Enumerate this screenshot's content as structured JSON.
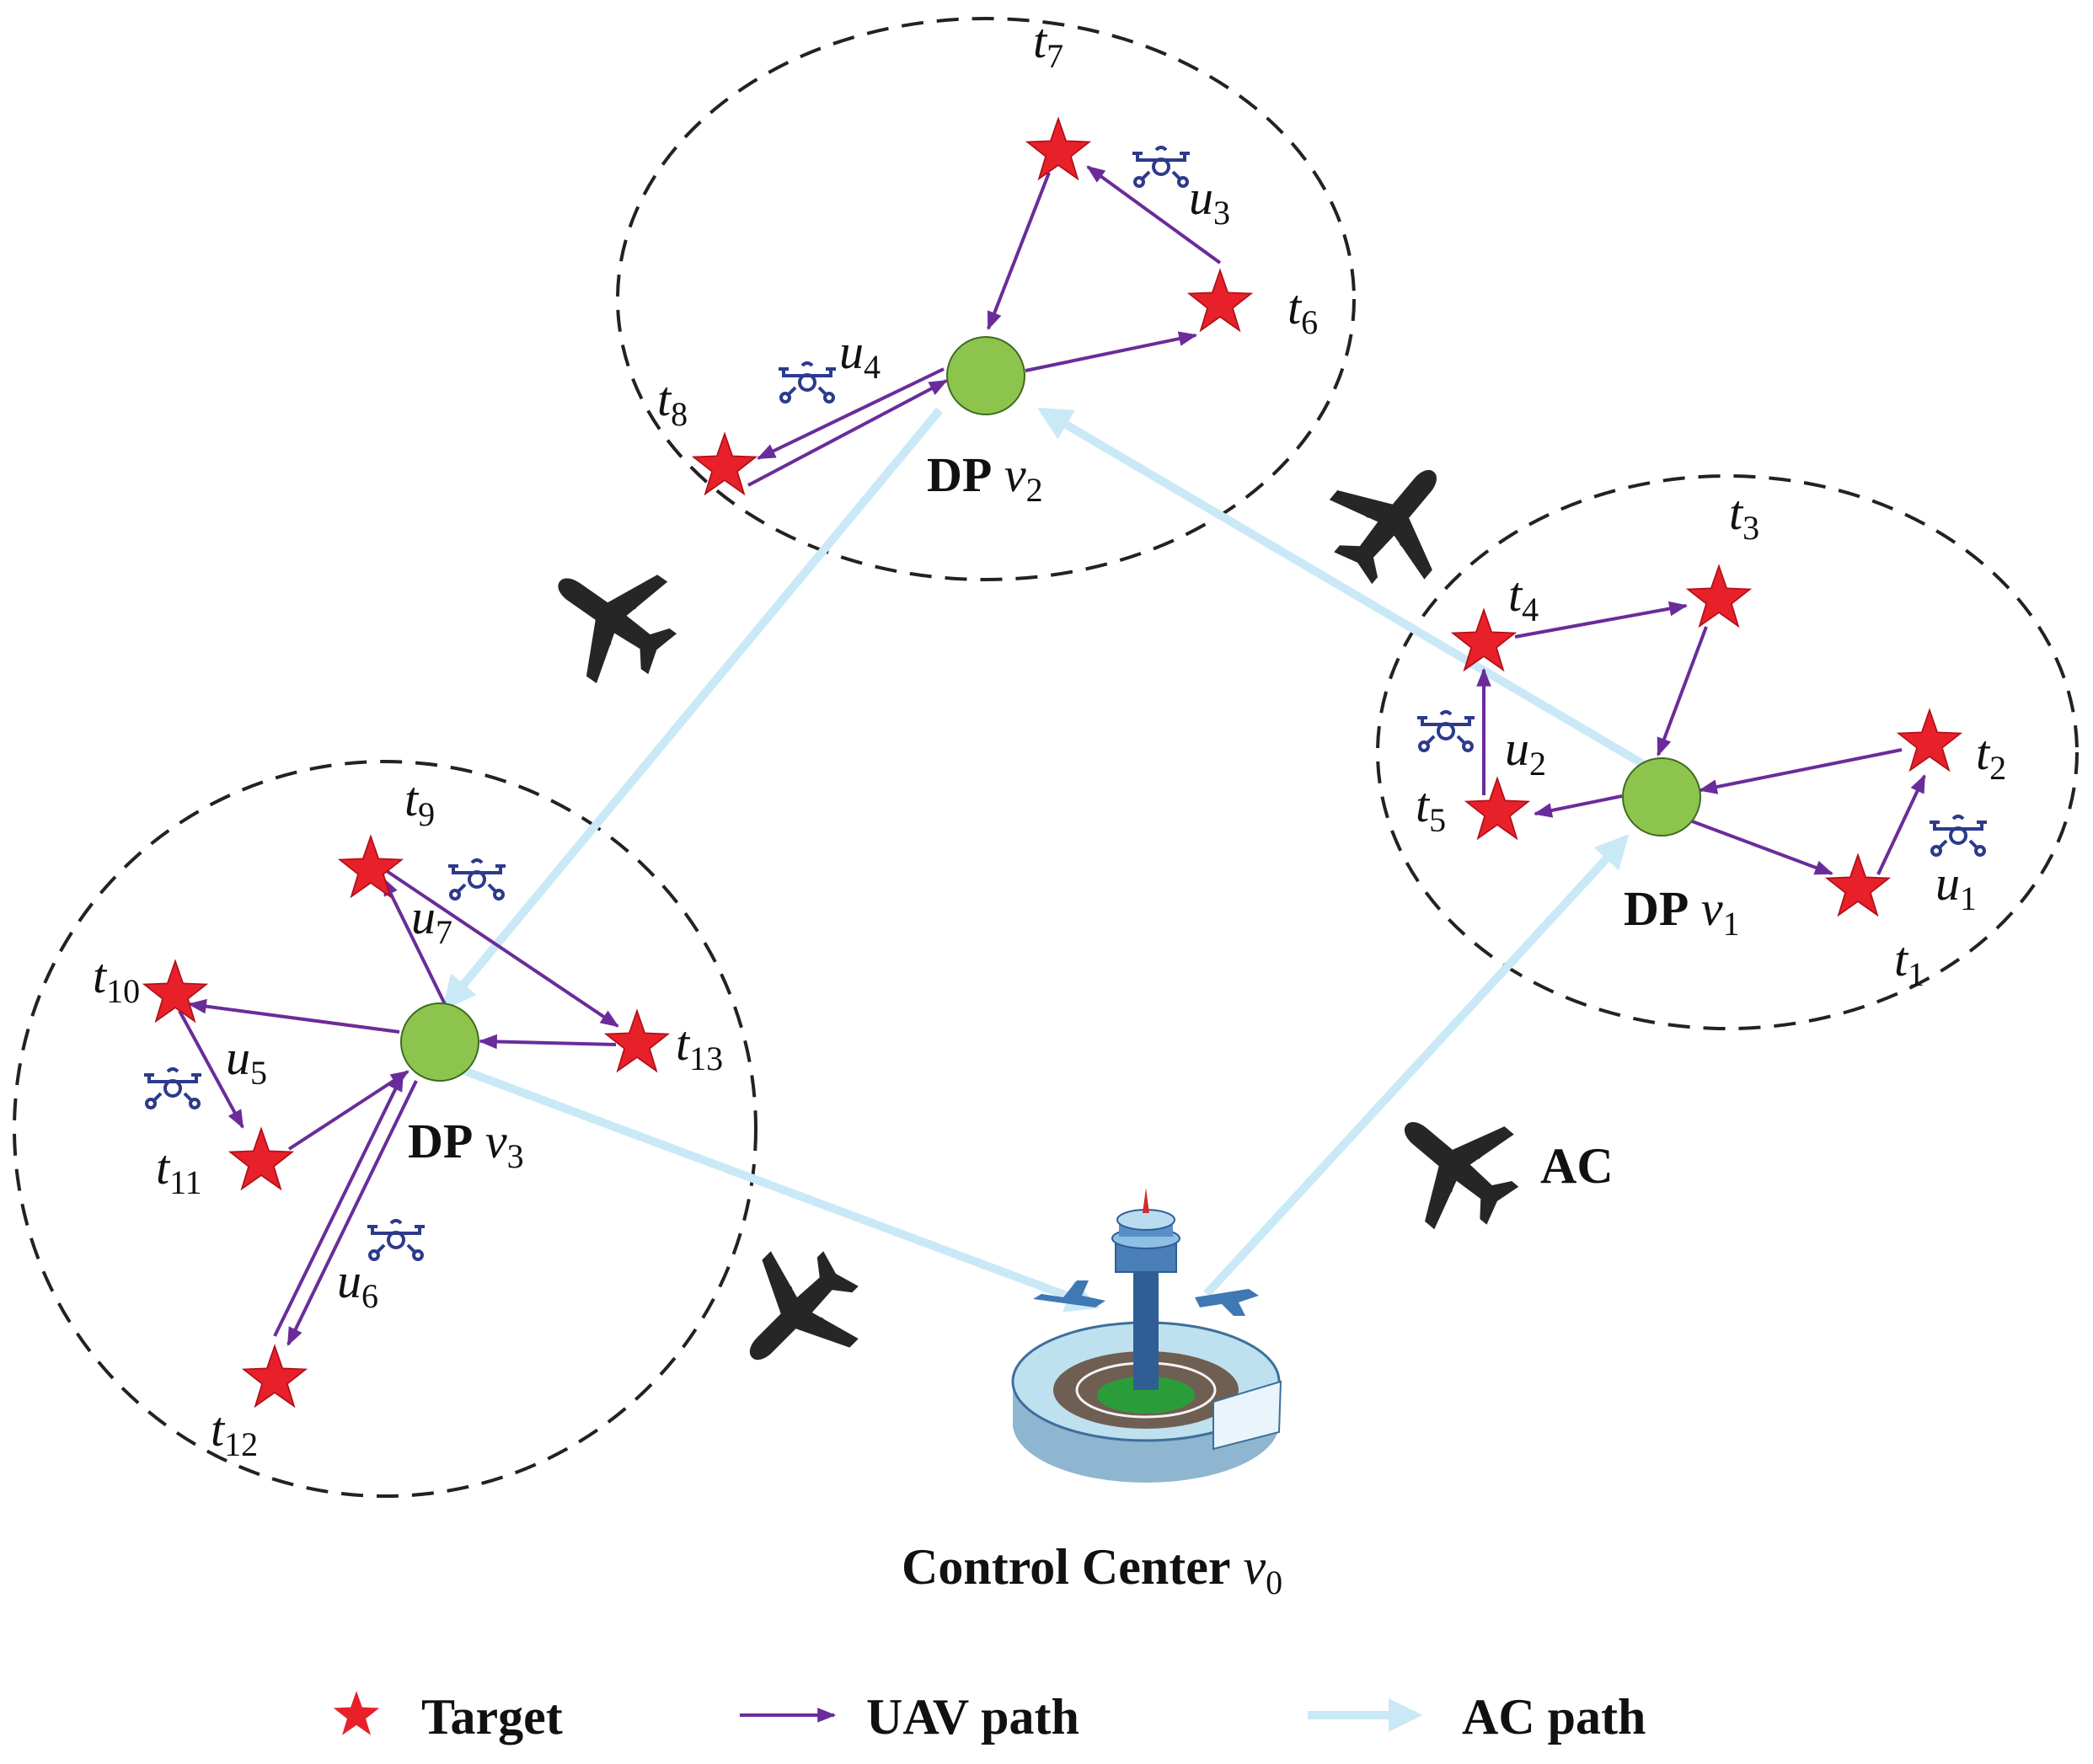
{
  "labels": {
    "dp_prefix": "DP",
    "dp1_var": "v",
    "dp1_sub": "1",
    "dp2_var": "v",
    "dp2_sub": "2",
    "dp3_var": "v",
    "dp3_sub": "3",
    "cc_text": "Control Center",
    "cc_var": "v",
    "cc_sub": "0",
    "ac": "AC",
    "t1_base": "t",
    "t1_sub": "1",
    "t2_base": "t",
    "t2_sub": "2",
    "t3_base": "t",
    "t3_sub": "3",
    "t4_base": "t",
    "t4_sub": "4",
    "t5_base": "t",
    "t5_sub": "5",
    "t6_base": "t",
    "t6_sub": "6",
    "t7_base": "t",
    "t7_sub": "7",
    "t8_base": "t",
    "t8_sub": "8",
    "t9_base": "t",
    "t9_sub": "9",
    "t10_base": "t",
    "t10_sub": "10",
    "t11_base": "t",
    "t11_sub": "11",
    "t12_base": "t",
    "t12_sub": "12",
    "t13_base": "t",
    "t13_sub": "13",
    "u1_base": "u",
    "u1_sub": "1",
    "u2_base": "u",
    "u2_sub": "2",
    "u3_base": "u",
    "u3_sub": "3",
    "u4_base": "u",
    "u4_sub": "4",
    "u5_base": "u",
    "u5_sub": "5",
    "u6_base": "u",
    "u6_sub": "6",
    "u7_base": "u",
    "u7_sub": "7"
  },
  "legend": {
    "target": "Target",
    "uav_path": "UAV path",
    "ac_path": "AC path"
  },
  "colors": {
    "target_star": "#e8202a",
    "uav_path": "#6a2c9a",
    "ac_path": "#c9e9f7",
    "dp_node": "#8dc44e",
    "aircraft": "#262626",
    "drone": "#2d3a8c"
  }
}
